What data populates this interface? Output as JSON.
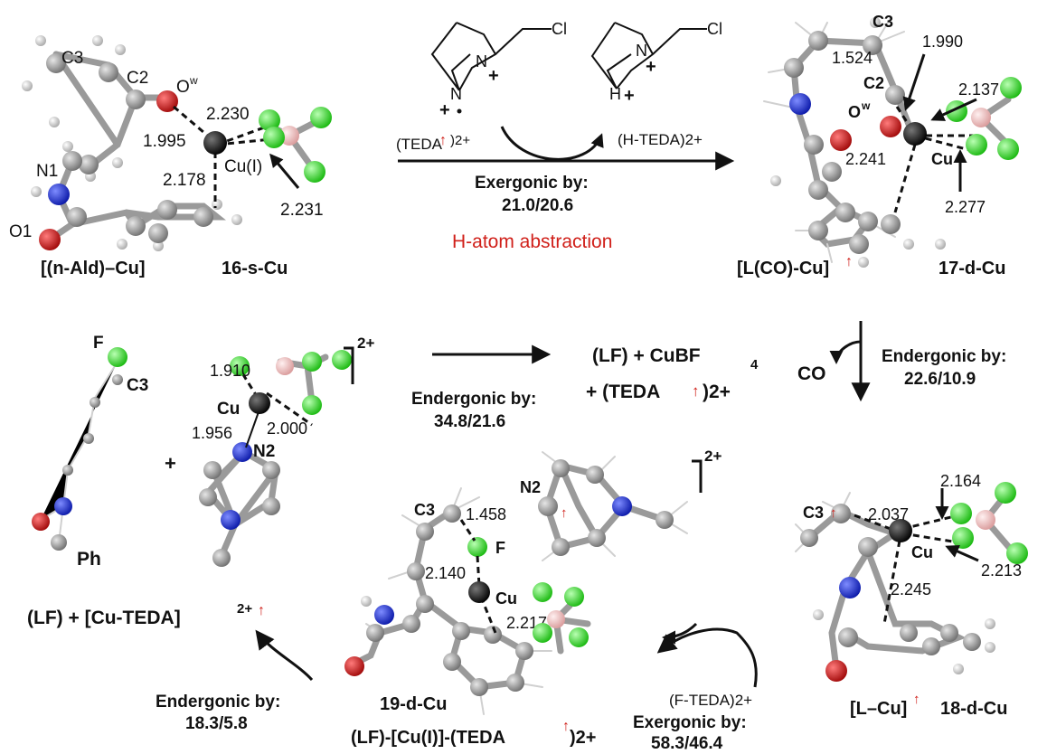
{
  "top": {
    "s16": {
      "atoms": [
        "C3",
        "C2",
        "O",
        "w",
        "N1",
        "O1",
        "Cu(I)"
      ],
      "distances": [
        "1.995",
        "2.230",
        "2.178",
        "2.231"
      ],
      "label_left": "[(n-Ald)–Cu]",
      "label_right": "16-s-Cu"
    },
    "hat": {
      "tedaL_atoms": [
        "N",
        "N",
        "Cl",
        "+",
        "+"
      ],
      "tedaR_atoms": [
        "N",
        "H",
        "Cl",
        "+",
        "+"
      ],
      "reagent": "(TEDA",
      "reagent_charge": ")2+",
      "product": "(H-TEDA)2+",
      "ex_label": "Exergonic by:",
      "ex_value": "21.0/20.6",
      "type": "H-atom abstraction"
    },
    "s17": {
      "atoms": [
        "C3",
        "C2",
        "O",
        "w",
        "Cu"
      ],
      "distances": [
        "1.524",
        "1.990",
        "2.137",
        "2.241",
        "2.277"
      ],
      "label_left": "[L(CO)-Cu]",
      "label_right": "17-d-Cu"
    }
  },
  "mid": {
    "to_right": {
      "line1": "(LF)  +  CuBF",
      "sub": "4",
      "line2a": "+  (TEDA",
      "line2b": ")2+"
    },
    "endergonic_label": "Endergonic by:",
    "endergonic_value": "34.8/21.6",
    "cu_complex": {
      "atoms": [
        "Cu",
        "N2",
        "2+"
      ],
      "distances": [
        "1.910",
        "1.956",
        "2.000"
      ]
    },
    "lf_atoms": [
      "F",
      "C3",
      "Ph"
    ],
    "plus": "+",
    "co_release": {
      "species": "CO",
      "label": "Endergonic by:",
      "value": "22.6/10.9"
    }
  },
  "bottom": {
    "final": {
      "lf": "(LF)  +  [Cu-TEDA]",
      "charge": "2+",
      "label": "Endergonic by:",
      "value": "18.3/5.8"
    },
    "s19": {
      "atoms": [
        "C3",
        "F",
        "Cu",
        "N2",
        "2+"
      ],
      "distances": [
        "1.458",
        "2.140",
        "2.217"
      ],
      "label": "19-d-Cu",
      "formula_a": "(LF)-[Cu(I)]-(TEDA",
      "formula_b": ")2+"
    },
    "fteda": {
      "reagent": "(F-TEDA)2+",
      "label": "Exergonic by:",
      "value": "58.3/46.4"
    },
    "s18": {
      "atoms": [
        "C3",
        "Cu"
      ],
      "distances": [
        "2.037",
        "2.164",
        "2.213",
        "2.245"
      ],
      "label_left": "[L–Cu]",
      "label_right": "18-d-Cu"
    }
  },
  "colors": {
    "carbon": "#8c8c8c",
    "hydrogen": "#ffffff",
    "nitrogen": "#1c2fd8",
    "oxygen": "#d81c1c",
    "fluorine": "#33dd2a",
    "boron": "#f4bcbc",
    "copper": "#0a0a0a",
    "radical": "#d0201a"
  }
}
